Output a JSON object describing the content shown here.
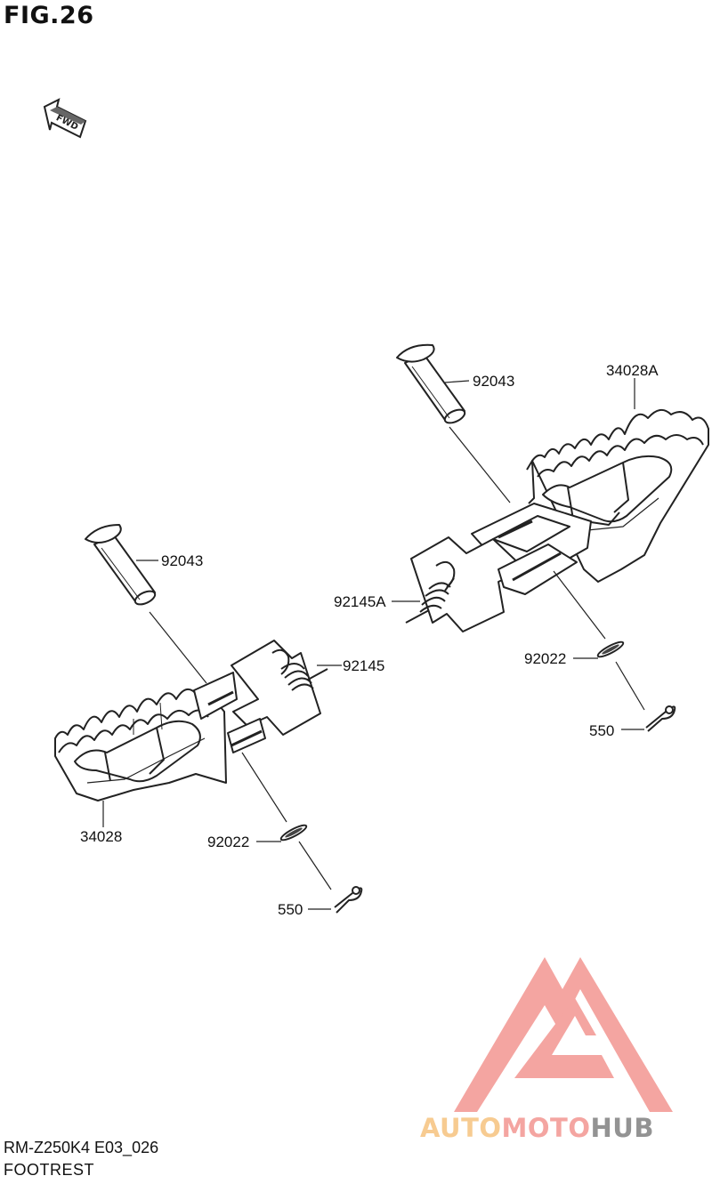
{
  "figure": {
    "title": "FIG.26",
    "direction_label": "FWD"
  },
  "callouts": {
    "pin_left": "92043",
    "pin_right": "92043",
    "spring_left": "92145",
    "spring_right": "92145A",
    "washer_left": "92022",
    "washer_right": "92022",
    "cotter_left": "550",
    "cotter_right": "550",
    "footrest_left": "34028",
    "footrest_right": "34028A"
  },
  "footer": {
    "model_code": "RM-Z250K4 E03_026",
    "section_name": "FOOTREST"
  },
  "watermark": {
    "word_part1": "AUTO",
    "word_part2": "MOTO",
    "word_part3": "HUB",
    "colors": {
      "auto": "#f7c98c",
      "moto": "#f4a19c",
      "hub": "#8e8e8e",
      "triangle": "#f4a19c"
    }
  }
}
